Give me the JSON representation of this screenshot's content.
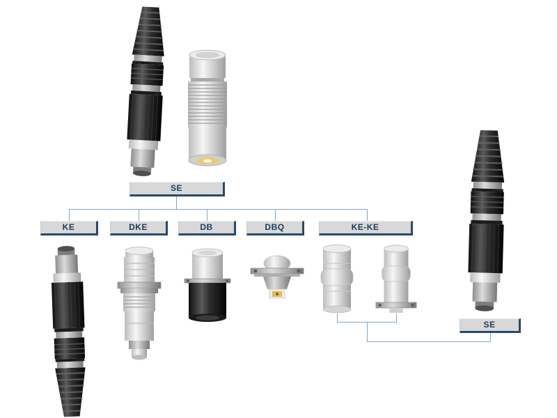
{
  "root": {
    "label": "SE"
  },
  "children": [
    {
      "label": "KE"
    },
    {
      "label": "DKE"
    },
    {
      "label": "DB"
    },
    {
      "label": "DBQ"
    },
    {
      "label": "KE-KE"
    }
  ],
  "secondary": {
    "label": "SE"
  },
  "colors": {
    "line": "#7fa6c6",
    "box_fill": "#d8d8d8",
    "box_shadow": "#27496b",
    "box_text": "#1c3c5e"
  }
}
